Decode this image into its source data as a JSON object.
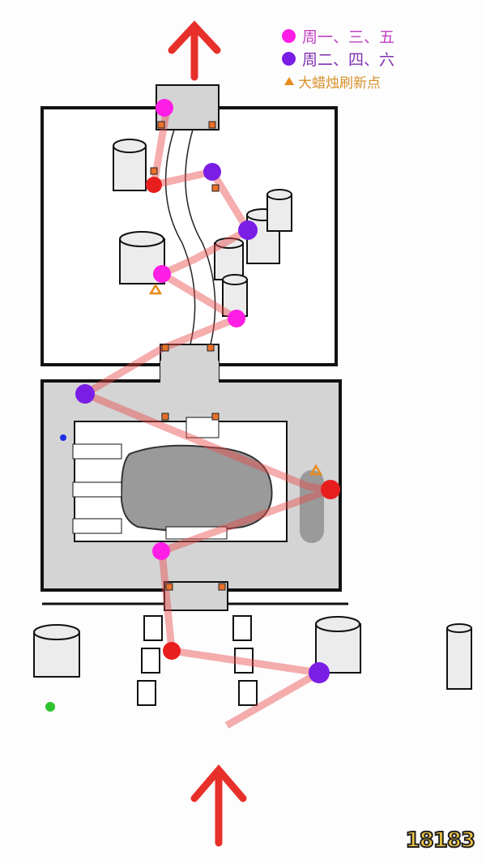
{
  "legend": {
    "mwf": {
      "label": "周一、三、五",
      "color": "#ff1ee6"
    },
    "tts": {
      "label": "周二、四、六",
      "color": "#7a1ee6"
    },
    "candle": {
      "label": "大蜡烛刷新点",
      "color": "#e88a1a"
    }
  },
  "colors": {
    "route": "#e84a4a",
    "arrow": "#e8302a",
    "red_dot": "#e81e1e",
    "room_fill": "#d4d4d4"
  },
  "logo": "18183"
}
